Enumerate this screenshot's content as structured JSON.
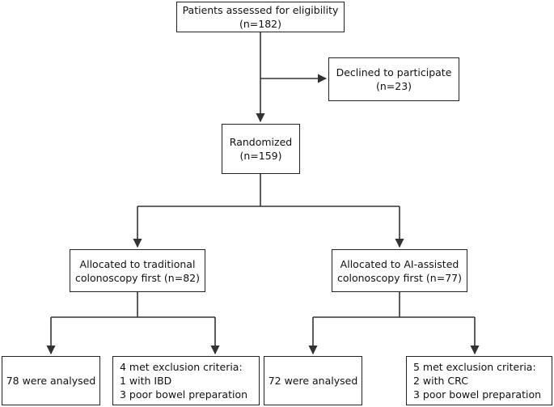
{
  "flowchart": {
    "assessed": {
      "line1": "Patients assessed for eligibility",
      "line2": "(n=182)"
    },
    "declined": {
      "line1": "Declined to participate",
      "line2": "(n=23)"
    },
    "randomized": {
      "line1": "Randomized",
      "line2": "(n=159)"
    },
    "arm_traditional": {
      "allocation": {
        "line1": "Allocated to traditional",
        "line2": "colonoscopy first (n=82)"
      },
      "analysed": "78 were analysed",
      "excluded": {
        "line1": "4 met exclusion criteria:",
        "line2": "1 with IBD",
        "line3": "3 poor bowel preparation"
      }
    },
    "arm_ai": {
      "allocation": {
        "line1": "Allocated to AI-assisted",
        "line2": "colonoscopy first (n=77)"
      },
      "analysed": "72 were analysed",
      "excluded": {
        "line1": "5 met exclusion criteria:",
        "line2": "2 with CRC",
        "line3": "3 poor bowel preparation"
      }
    }
  },
  "colors": {
    "line": "#333333",
    "border": "#222222",
    "text": "#111111"
  }
}
